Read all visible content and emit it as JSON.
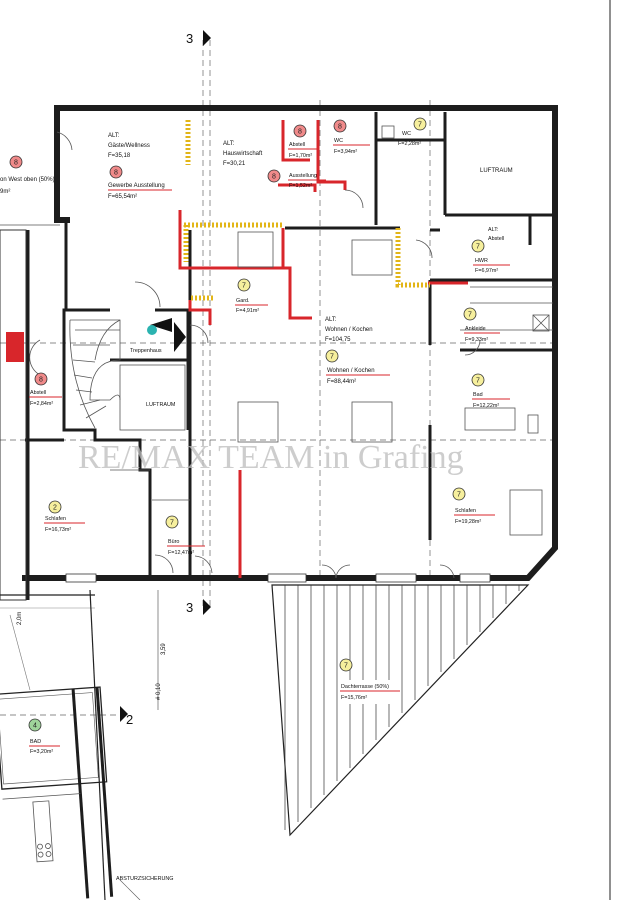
{
  "watermark": "RE/MAX TEAM in Grafing",
  "axes": {
    "axis3_top": "3",
    "axis3_bottom": "3",
    "axis2": "2"
  },
  "dimensions": {
    "d1": "2,0m",
    "d2": "3,59",
    "d3": "# 0,10"
  },
  "notes": {
    "absturz": "ABSTURZSICHERUNG"
  },
  "rooms": {
    "west": {
      "badge": "8",
      "badge_color": "#f08a8a",
      "line1": "on West oben (50%)",
      "line2": "9m²"
    },
    "gaeste": {
      "badge": "8",
      "badge_color": "#f08a8a",
      "line1": "ALT:",
      "line2": "Gäste/Wellness",
      "line3": "F=35,18"
    },
    "gewerbe": {
      "line1": "Gewerbe Ausstellung",
      "line2": "F=65,54m²"
    },
    "hauswirtschaft": {
      "line1": "ALT:",
      "line2": "Hauswirtschaft",
      "line3": "F=30,21"
    },
    "abstell_top": {
      "badge": "8",
      "badge_color": "#f08a8a",
      "line1": "Abstell",
      "line2": "F=1,70m²"
    },
    "wc_mid": {
      "badge": "8",
      "badge_color": "#f08a8a",
      "line1": "WC",
      "line2": "F=3,94m²"
    },
    "ausstellung": {
      "badge": "8",
      "badge_color": "#f08a8a",
      "line1": "Ausstellung",
      "line2": "F=1,52m²"
    },
    "wc_right": {
      "badge": "7",
      "badge_color": "#f6ef9d",
      "line1": "WC",
      "line2": "F=2,28m²"
    },
    "luftraum_top": {
      "line1": "LUFTRAUM"
    },
    "alt_abstell": {
      "badge": "7",
      "badge_color": "#f6ef9d",
      "line1": "ALT:",
      "line2": "Abstell",
      "line3": "HWR",
      "line4": "F=6,97m²"
    },
    "gard": {
      "badge": "7",
      "badge_color": "#f6ef9d",
      "line1": "Gard.",
      "line2": "F=4,91m²"
    },
    "wohnen_alt": {
      "line1": "ALT:",
      "line2": "Wohnen / Kochen",
      "line3": "F=104,75"
    },
    "wohnen": {
      "badge": "7",
      "badge_color": "#f6ef9d",
      "line1": "Wohnen / Kochen",
      "line2": "F=88,44m²"
    },
    "ankleide": {
      "badge": "7",
      "badge_color": "#f6ef9d",
      "line1": "Ankleide",
      "line2": "F=9,33m²"
    },
    "bad": {
      "badge": "7",
      "badge_color": "#f6ef9d",
      "line1": "Bad",
      "line2": "F=12,22m²"
    },
    "treppenhaus": {
      "line1": "Treppenhaus"
    },
    "abstell_left": {
      "badge": "8",
      "badge_color": "#f08a8a",
      "line1": "Abstell",
      "line2": "F=2,84m²"
    },
    "luftraum_stair": {
      "line1": "LUFTRAUM"
    },
    "schlafen_left": {
      "badge": "2",
      "badge_color": "#f6ef9d",
      "line1": "Schlafen",
      "line2": "F=16,73m²"
    },
    "buero": {
      "badge": "7",
      "badge_color": "#f6ef9d",
      "line1": "Büro",
      "line2": "F=12,47m²"
    },
    "schlafen_right": {
      "badge": "7",
      "badge_color": "#f6ef9d",
      "line1": "Schlafen",
      "line2": "F=19,28m²"
    },
    "dachterrasse": {
      "badge": "7",
      "badge_color": "#f6ef9d",
      "line1": "Dachterrasse (50%)",
      "line2": "F=15,76m²"
    },
    "bad_lower": {
      "badge": "4",
      "badge_color": "#9fd49a",
      "line1": "BAD",
      "line2": "F=3,20m²"
    }
  }
}
